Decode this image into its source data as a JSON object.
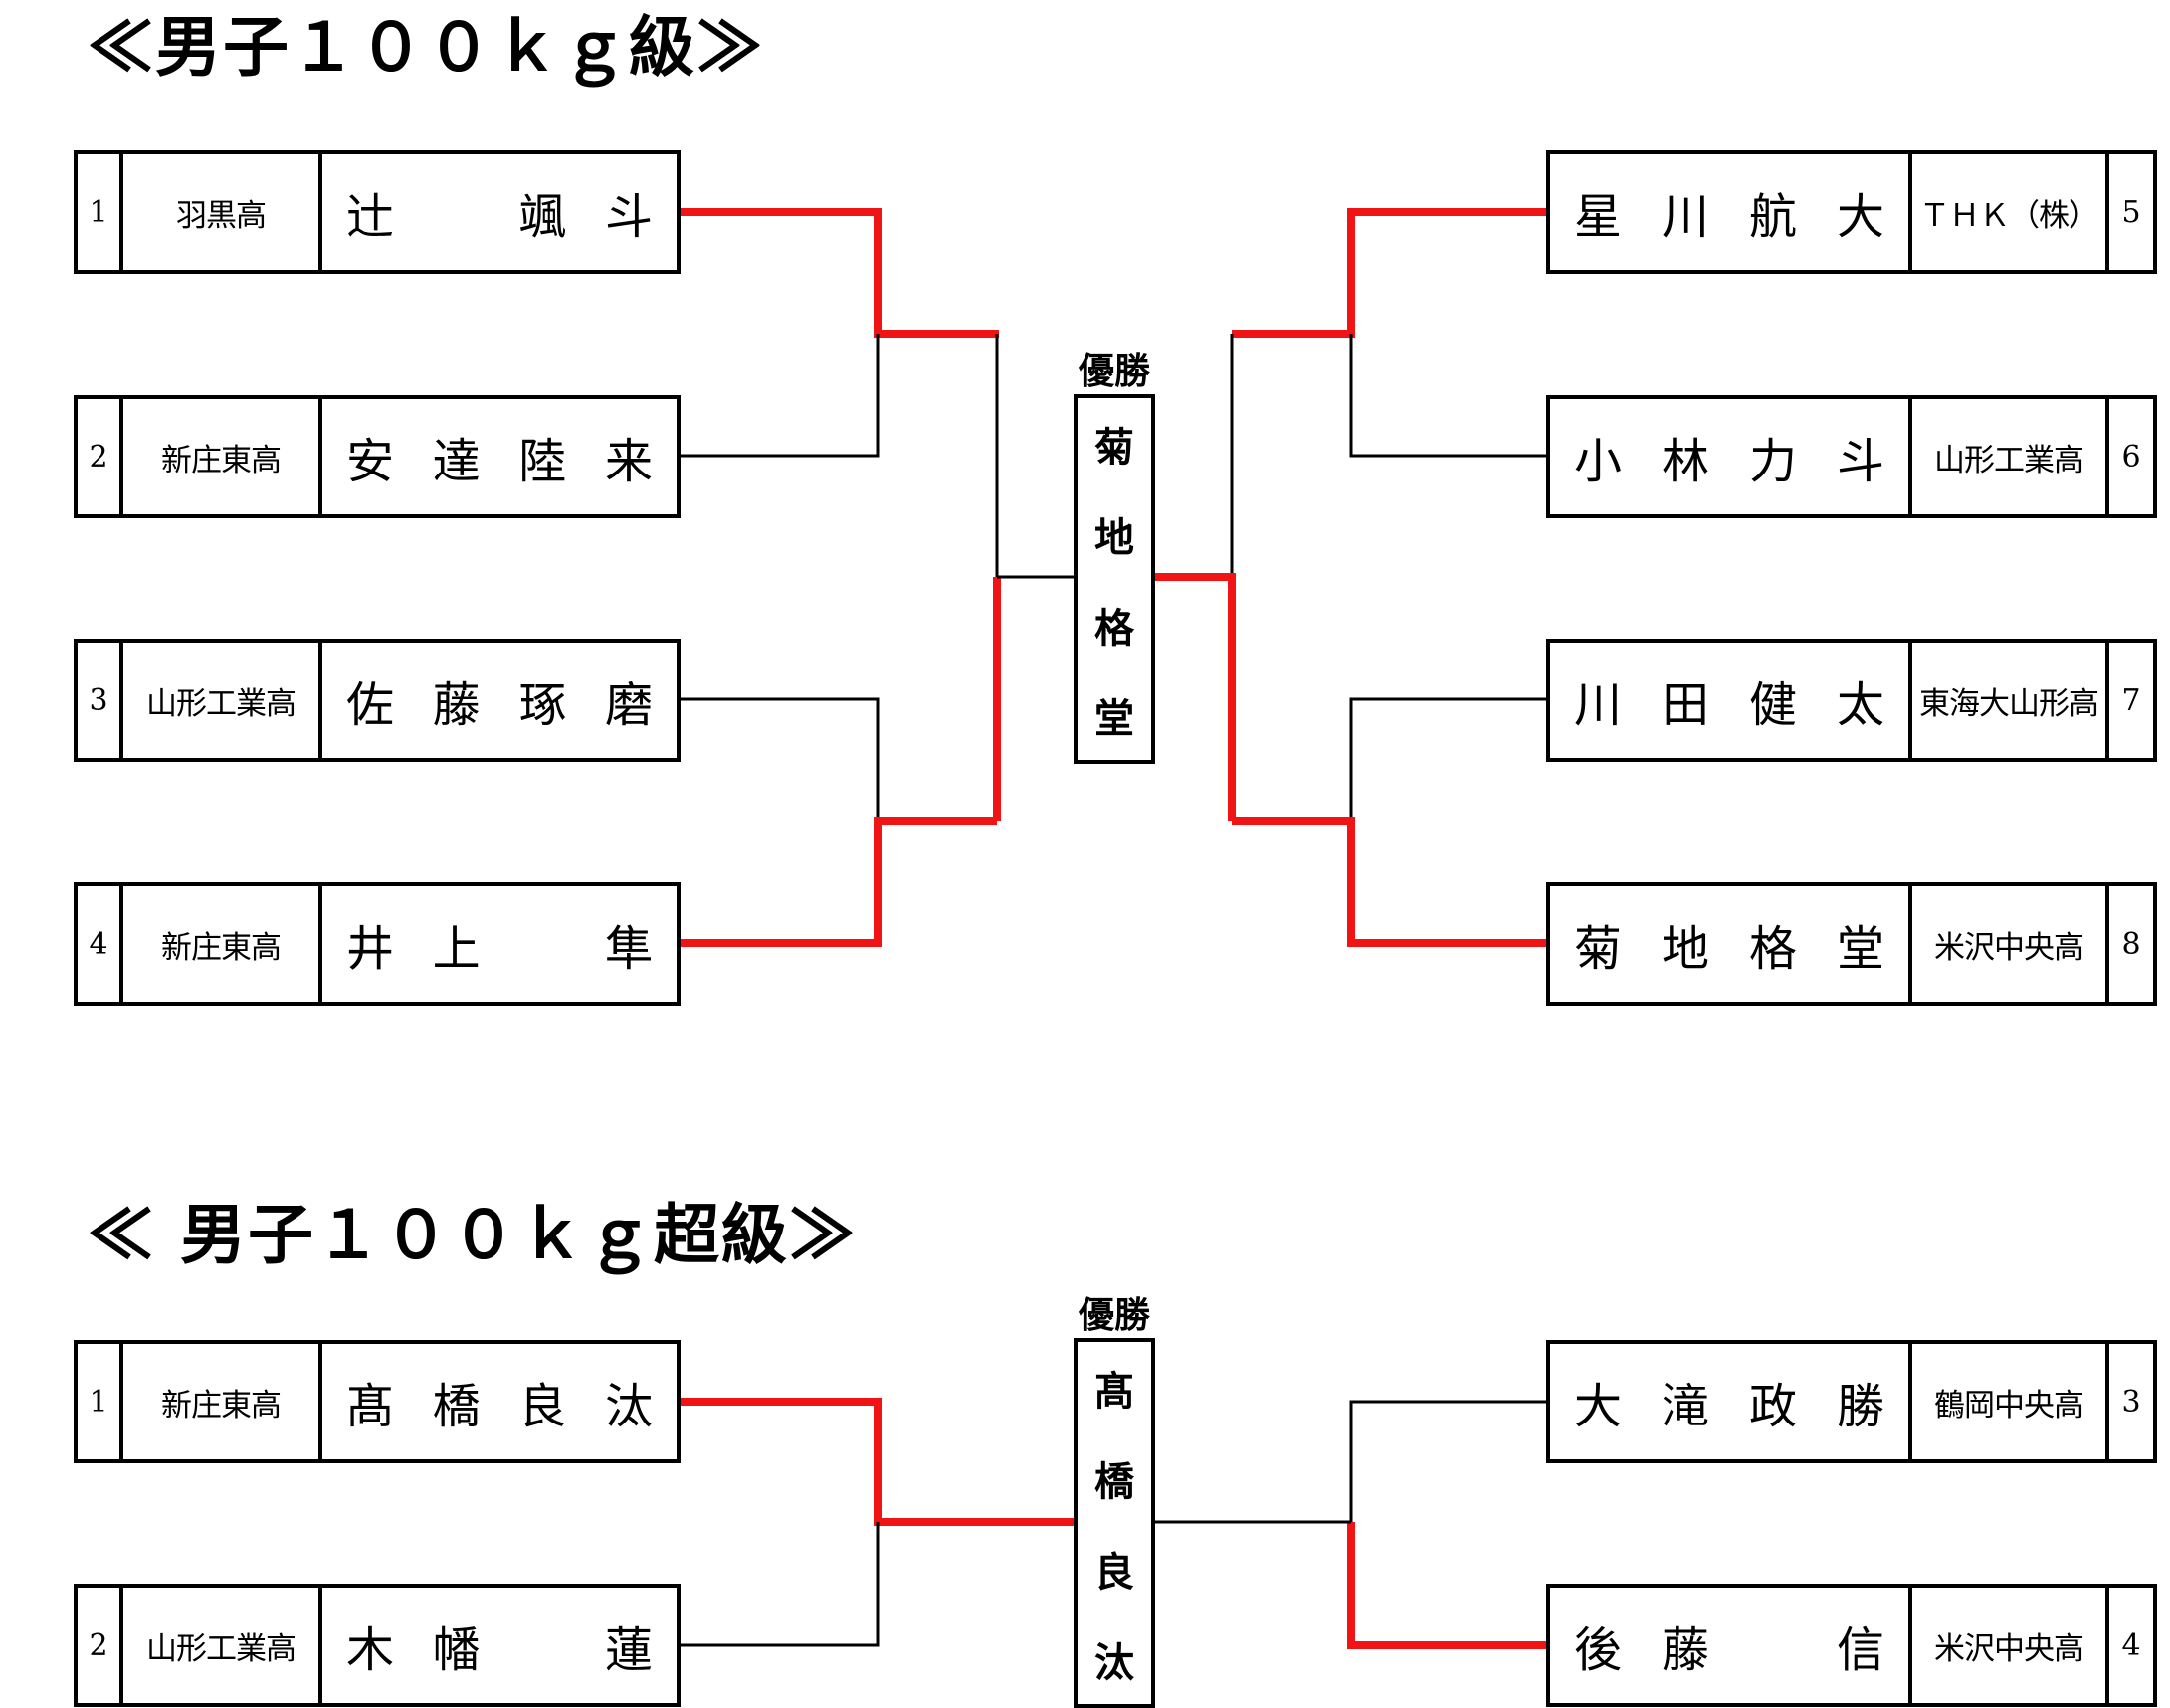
{
  "colors": {
    "winner_line": "#f01414",
    "normal_line": "#000000"
  },
  "brackets": [
    {
      "title": "≪男子１００ｋｇ級≫",
      "champion_label": "優勝",
      "champion_chars": [
        "菊",
        "地",
        "格",
        "堂"
      ],
      "left": [
        {
          "seed": "1",
          "school": "羽黒高",
          "name_chars": [
            "辻",
            "",
            "颯",
            "斗"
          ]
        },
        {
          "seed": "2",
          "school": "新庄東高",
          "name_chars": [
            "安",
            "達",
            "陸",
            "来"
          ]
        },
        {
          "seed": "3",
          "school": "山形工業高",
          "name_chars": [
            "佐",
            "藤",
            "琢",
            "磨"
          ]
        },
        {
          "seed": "4",
          "school": "新庄東高",
          "name_chars": [
            "井",
            "上",
            "",
            "隼"
          ]
        }
      ],
      "right": [
        {
          "seed": "5",
          "school": "ＴＨＫ（株）",
          "name_chars": [
            "星",
            "川",
            "航",
            "大"
          ]
        },
        {
          "seed": "6",
          "school": "山形工業高",
          "name_chars": [
            "小",
            "林",
            "力",
            "斗"
          ]
        },
        {
          "seed": "7",
          "school": "東海大山形高",
          "name_chars": [
            "川",
            "田",
            "健",
            "太"
          ]
        },
        {
          "seed": "8",
          "school": "米沢中央高",
          "name_chars": [
            "菊",
            "地",
            "格",
            "堂"
          ]
        }
      ]
    },
    {
      "title": "≪ 男子１００ｋｇ超級≫",
      "champion_label": "優勝",
      "champion_chars": [
        "髙",
        "橋",
        "良",
        "汰"
      ],
      "left": [
        {
          "seed": "1",
          "school": "新庄東高",
          "name_chars": [
            "髙",
            "橋",
            "良",
            "汰"
          ]
        },
        {
          "seed": "2",
          "school": "山形工業高",
          "name_chars": [
            "木",
            "幡",
            "",
            "蓮"
          ]
        }
      ],
      "right": [
        {
          "seed": "3",
          "school": "鶴岡中央高",
          "name_chars": [
            "大",
            "滝",
            "政",
            "勝"
          ]
        },
        {
          "seed": "4",
          "school": "米沢中央高",
          "name_chars": [
            "後",
            "藤",
            "",
            "信"
          ]
        }
      ]
    }
  ]
}
